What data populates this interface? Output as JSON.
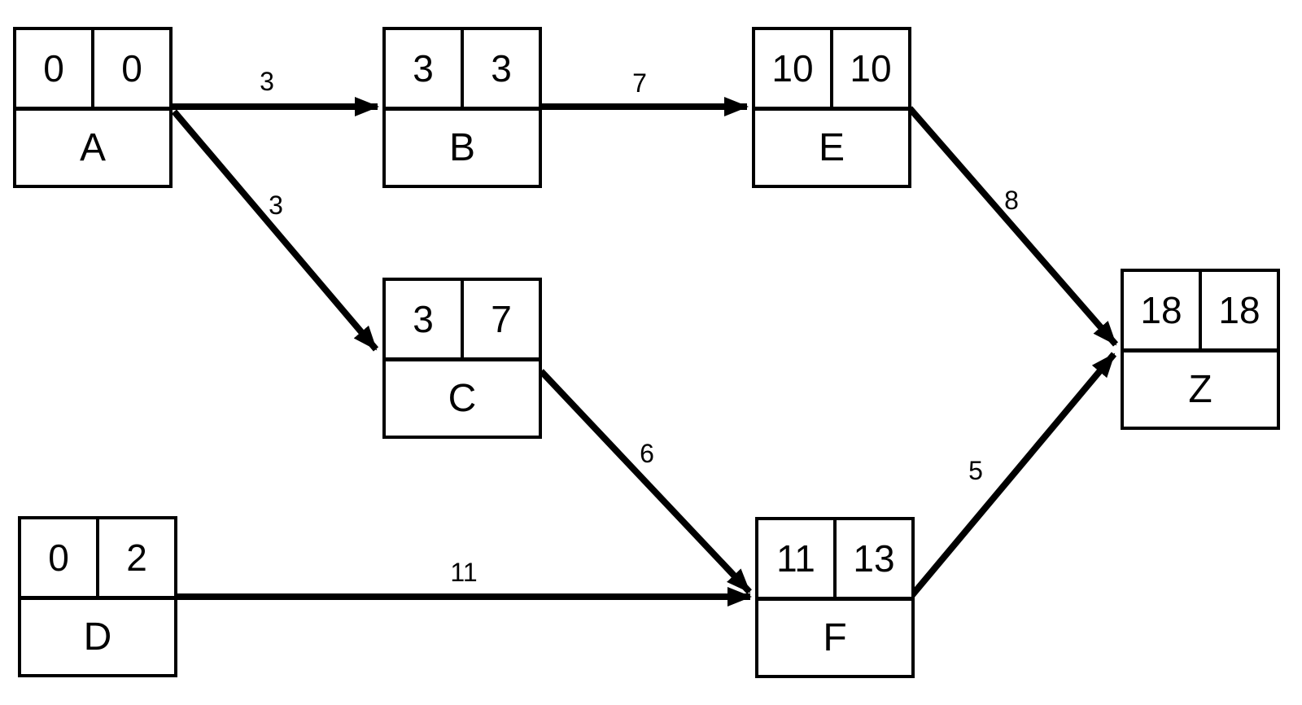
{
  "diagram": {
    "type": "activity-network",
    "description": "Project network diagram with earliest/latest time boxes and weighted arrows"
  },
  "colors": {
    "stroke": "#000000",
    "background": "#ffffff"
  },
  "nodes": {
    "A": {
      "early": "0",
      "late": "0",
      "label": "A"
    },
    "B": {
      "early": "3",
      "late": "3",
      "label": "B"
    },
    "E": {
      "early": "10",
      "late": "10",
      "label": "E"
    },
    "C": {
      "early": "3",
      "late": "7",
      "label": "C"
    },
    "D": {
      "early": "0",
      "late": "2",
      "label": "D"
    },
    "F": {
      "early": "11",
      "late": "13",
      "label": "F"
    },
    "Z": {
      "early": "18",
      "late": "18",
      "label": "Z"
    }
  },
  "edges": {
    "A_B": {
      "from": "A",
      "to": "B",
      "weight": "3"
    },
    "B_E": {
      "from": "B",
      "to": "E",
      "weight": "7"
    },
    "A_C": {
      "from": "A",
      "to": "C",
      "weight": "3"
    },
    "E_Z": {
      "from": "E",
      "to": "Z",
      "weight": "8"
    },
    "C_F": {
      "from": "C",
      "to": "F",
      "weight": "6"
    },
    "D_F": {
      "from": "D",
      "to": "F",
      "weight": "11"
    },
    "F_Z": {
      "from": "F",
      "to": "Z",
      "weight": "5"
    }
  }
}
